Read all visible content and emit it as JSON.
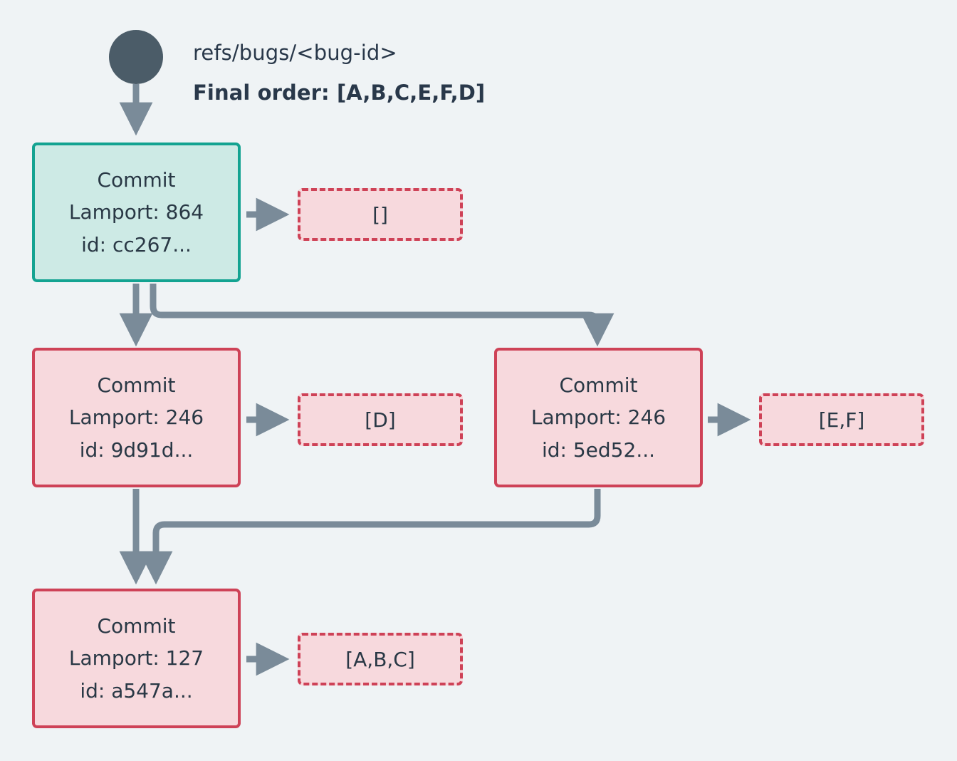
{
  "diagram": {
    "background_color": "#eff3f5",
    "edge_color": "#7a8b99",
    "root": {
      "dot_name": "ref-root-dot",
      "ref_label": "refs/bugs/<bug-id>",
      "final_order_label": "Final order: [A,B,C,E,F,D]"
    },
    "nodes": [
      {
        "id": "cc267",
        "title": "Commit",
        "lamport": "Lamport: 864",
        "id_line": "id: cc267...",
        "fill": "#cdeae5",
        "stroke": "#13a391",
        "style": "teal"
      },
      {
        "id": "9d91d",
        "title": "Commit",
        "lamport": "Lamport: 246",
        "id_line": "id: 9d91d...",
        "fill": "#f7d9dd",
        "stroke": "#ce4257",
        "style": "crimson"
      },
      {
        "id": "5ed52",
        "title": "Commit",
        "lamport": "Lamport: 246",
        "id_line": "id: 5ed52...",
        "fill": "#f7d9dd",
        "stroke": "#ce4257",
        "style": "crimson"
      },
      {
        "id": "a547a",
        "title": "Commit",
        "lamport": "Lamport: 127",
        "id_line": "id: a547a...",
        "fill": "#f7d9dd",
        "stroke": "#ce4257",
        "style": "crimson"
      }
    ],
    "operation_boxes": [
      {
        "id": "ops-cc267",
        "label": "[]",
        "source_node": "cc267"
      },
      {
        "id": "ops-9d91d",
        "label": "[D]",
        "source_node": "9d91d"
      },
      {
        "id": "ops-5ed52",
        "label": "[E,F]",
        "source_node": "5ed52"
      },
      {
        "id": "ops-a547a",
        "label": "[A,B,C]",
        "source_node": "a547a"
      }
    ],
    "edges": [
      {
        "from": "ref-root-dot",
        "to": "cc267"
      },
      {
        "from": "cc267",
        "to": "9d91d"
      },
      {
        "from": "cc267",
        "to": "5ed52"
      },
      {
        "from": "9d91d",
        "to": "a547a"
      },
      {
        "from": "5ed52",
        "to": "a547a"
      },
      {
        "from": "cc267",
        "to": "ops-cc267"
      },
      {
        "from": "9d91d",
        "to": "ops-9d91d"
      },
      {
        "from": "5ed52",
        "to": "ops-5ed52"
      },
      {
        "from": "a547a",
        "to": "ops-a547a"
      }
    ]
  }
}
